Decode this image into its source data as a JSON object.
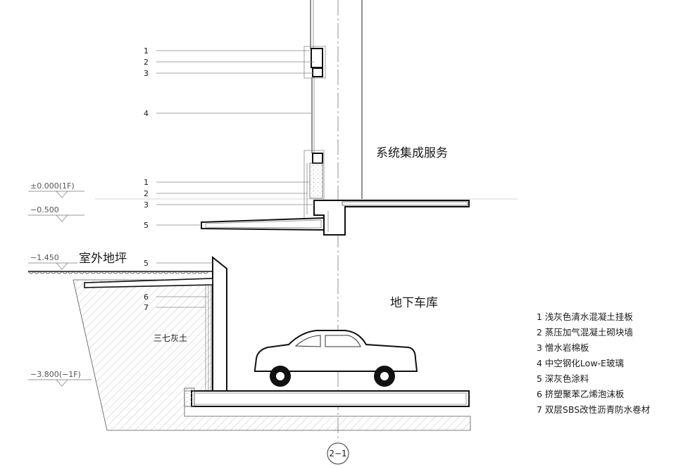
{
  "levels": [
    {
      "label": "±0.000(1F)"
    },
    {
      "label": "−0.500"
    },
    {
      "label": "−1.450"
    },
    {
      "label": "−3.800(−1F)"
    }
  ],
  "callouts_upper": [
    "1",
    "2",
    "3",
    "4",
    "1",
    "2",
    "3",
    "5"
  ],
  "callouts_lower": [
    "5",
    "6",
    "7"
  ],
  "labels": {
    "upper_space": "系统集成服务",
    "outdoor_grade": "室外地坪",
    "garage": "地下车库",
    "backfill": "三七灰土",
    "axis_tag": "2−1"
  },
  "legend": [
    "1 浅灰色清水混凝土挂板",
    "2 蒸压加气混凝土砌块墙",
    "3 憎水岩棉板",
    "4 中空钢化Low-E玻璃",
    "5 深灰色涂料",
    "6 挤塑聚苯乙烯泡沫板",
    "7 双层SBS改性沥青防水卷材"
  ]
}
